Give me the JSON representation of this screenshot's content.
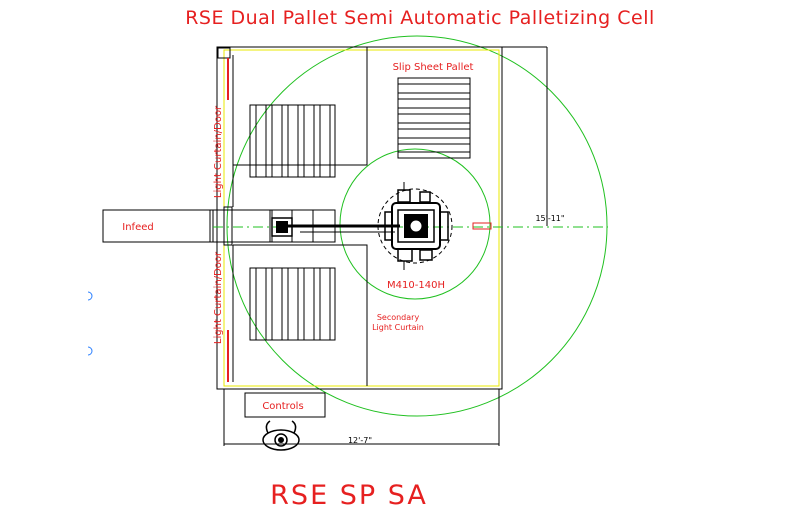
{
  "title": "RSE Dual Pallet Semi Automatic Palletizing Cell",
  "labels": {
    "slip_sheet_pallet": "Slip Sheet Pallet",
    "light_curtain_door_top": "Light Curtain/Door",
    "light_curtain_door_bottom": "Light Curtain/Door",
    "infeed": "Infeed",
    "robot_model": "M410-140H",
    "secondary_line1": "Secondary",
    "secondary_line2": "Light Curtain",
    "controls": "Controls",
    "footer": "RSE SP SA"
  },
  "dimensions": {
    "reach_radius": "15'-11\"",
    "cell_width": "12'-7\""
  },
  "colors": {
    "text": "#e62020",
    "reach_circle": "#20c020",
    "fence": "#e8e800",
    "line": "#000000",
    "marker": "#2a7fff"
  }
}
